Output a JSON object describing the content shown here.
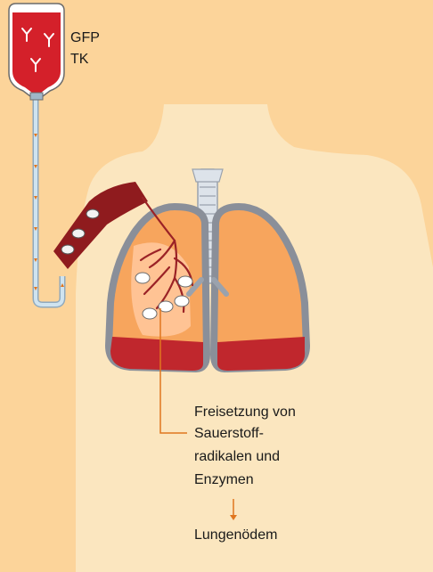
{
  "infusion_bag": {
    "labels": [
      "GFP",
      "TK"
    ],
    "icon": "antibody-icon"
  },
  "release_text": [
    "Freisetzung von",
    "Sauerstoff-",
    "radikalen und",
    "Enzymen"
  ],
  "outcome_text": "Lungenödem",
  "colors": {
    "background": "#fcd49a",
    "body": "#fbe6bf",
    "lung": "#f7a55d",
    "lung_inflamed": "#ffc79a",
    "lung_base": "#c0272d",
    "pleura": "#8a8f99",
    "vessel": "#8f1b1e",
    "tube": "#cfe3ef",
    "leader_line": "#e0761e"
  }
}
